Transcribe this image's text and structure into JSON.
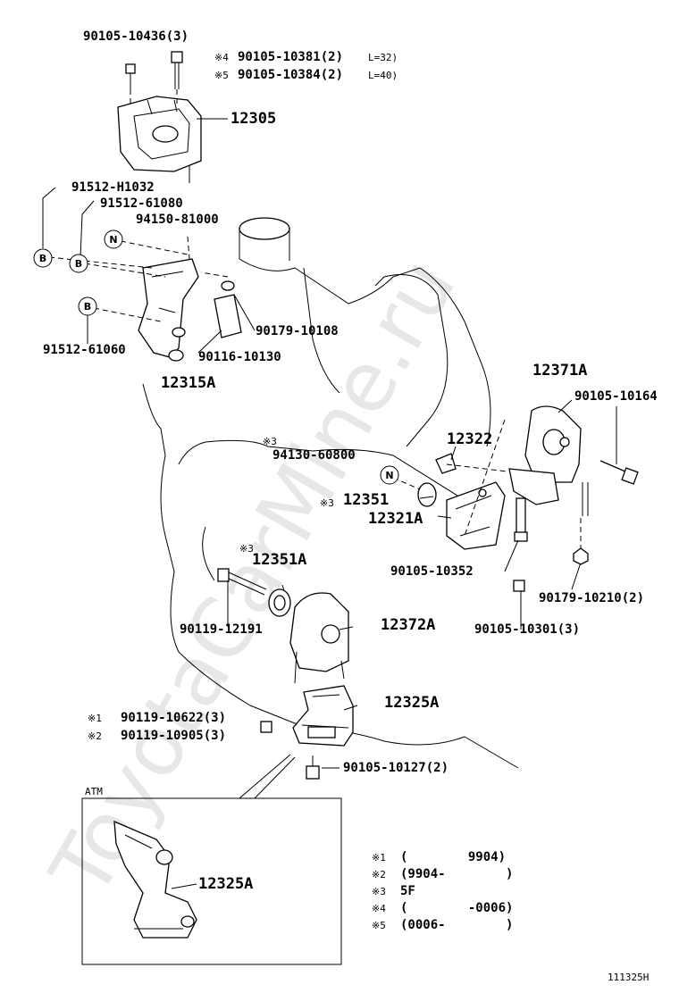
{
  "watermark": "ToyotaCarMine.ru",
  "diagram_id": "111325H",
  "inset_title": "ATM",
  "circle_marks": {
    "b": "B",
    "n": "N"
  },
  "labels": {
    "p1": "90105-10436(3)",
    "p2": "90105-10381(2)",
    "p2_mark": "※4",
    "p2_note": "L=32)",
    "p3": "90105-10384(2)",
    "p3_mark": "※5",
    "p3_note": "L=40)",
    "p4": "12305",
    "p5": "91512-H1032",
    "p6": "91512-61080",
    "p7": "94150-81000",
    "p8": "90179-10108",
    "p9": "91512-61060",
    "p10": "90116-10130",
    "p11": "12315A",
    "p12": "12371A",
    "p13": "90105-10164",
    "p14_mark": "※3",
    "p14": "94130-60800",
    "p15": "12322",
    "p16_mark": "※3",
    "p16": "12351",
    "p17": "12321A",
    "p18_mark": "※3",
    "p18": "12351A",
    "p19": "90105-10352",
    "p20": "90179-10210(2)",
    "p21": "90119-12191",
    "p22": "12372A",
    "p23": "90105-10301(3)",
    "p24": "12325A",
    "p25_mark": "※1",
    "p25": "90119-10622(3)",
    "p26_mark": "※2",
    "p26": "90119-10905(3)",
    "p27": "90105-10127(2)",
    "p28": "12325A"
  },
  "legend": [
    {
      "mark": "※1",
      "text": "(        9904)"
    },
    {
      "mark": "※2",
      "text": "(9904-        )"
    },
    {
      "mark": "※3",
      "text": "5F"
    },
    {
      "mark": "※4",
      "text": "(        -0006)"
    },
    {
      "mark": "※5",
      "text": "(0006-        )"
    }
  ]
}
